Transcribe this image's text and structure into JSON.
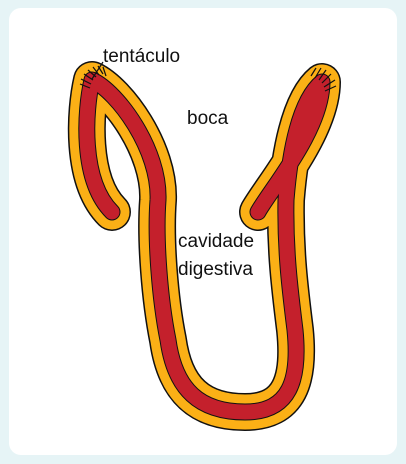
{
  "labels": {
    "tentacle": "tentáculo",
    "mouth": "boca",
    "cavity_line1": "cavidade",
    "cavity_line2": "digestiva"
  },
  "colors": {
    "background": "#e6f4f6",
    "panel": "#ffffff",
    "ectoderm": "#fbb016",
    "endoderm": "#c4202c",
    "outline": "#111111"
  }
}
